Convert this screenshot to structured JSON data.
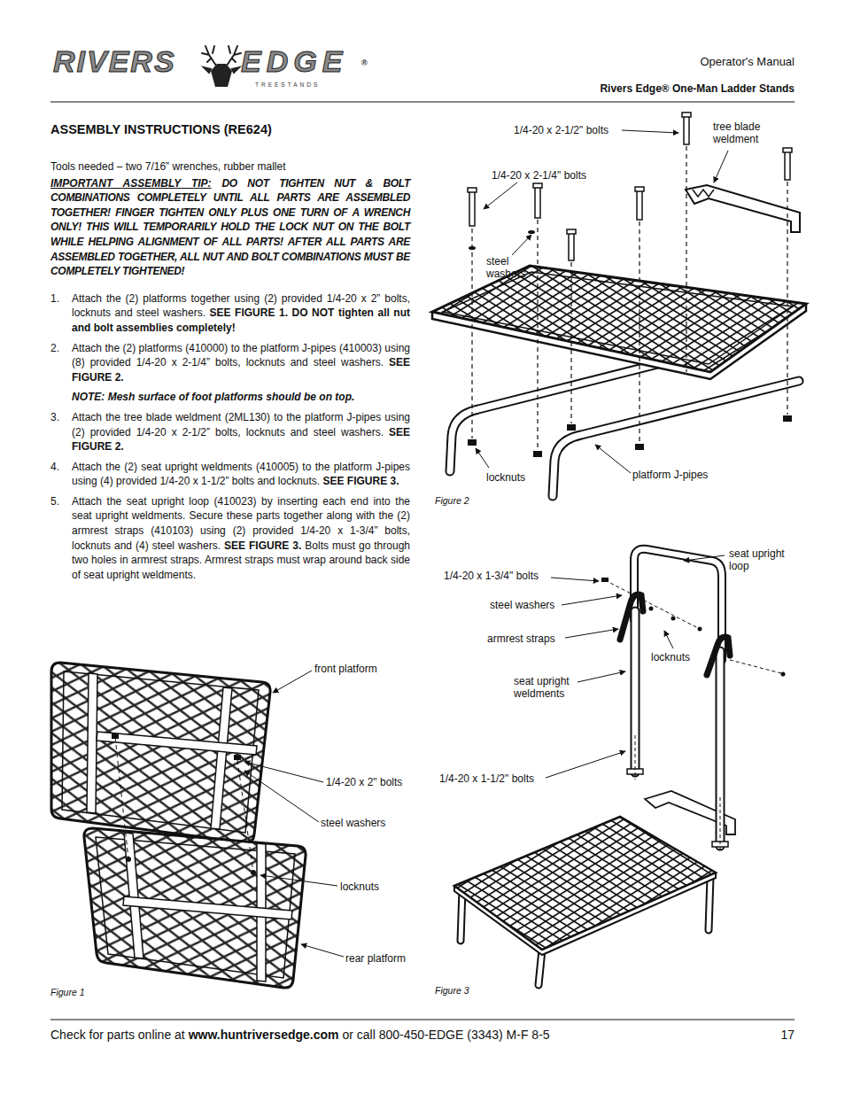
{
  "diagram": {
    "title": "ASSEMBLY INSTRUCTIONS (RE624)",
    "labels": [
      "RIVERS",
      "EDGE",
      "®",
      "TREESTANDS",
      "Operator's Manual",
      "Rivers Edge® One-Man Ladder Stands",
      "Tools needed – two 7/16” wrenches, rubber mallet",
      "IMPORTANT ASSEMBLY TIP:",
      "DO NOT TIGHTEN NUT & BOLT COMBINATIONS COMPLETELY UNTIL ALL PARTS ARE ASSEMBLED TOGETHER! FINGER TIGHTEN ONLY PLUS ONE TURN OF A WRENCH ONLY! THIS WILL TEMPORARILY HOLD THE LOCK NUT ON THE BOLT WHILE HELPING ALIGNMENT OF ALL PARTS! AFTER ALL PARTS ARE ASSEMBLED TOGETHER, ALL NUT AND BOLT COMBINATIONS MUST BE COMPLETELY TIGHTENED!",
      "1.",
      "Attach the (2) platforms together using (2) provided 1/4-20 x 2” bolts, locknuts and steel washers.",
      "SEE FIGURE 1.",
      "DO NOT tighten all nut and bolt assemblies completely!",
      "2.",
      "Attach the (2) platforms (410000) to the platform J-pipes (410003) using (8) provided 1/4-20 x 2-1/4” bolts, locknuts and steel washers.",
      "SEE FIGURE 2.",
      "NOTE: Mesh surface of foot platforms should be on top.",
      "3.",
      "Attach the tree blade weldment (2ML130) to the platform J-pipes using (2) provided 1/4-20 x 2-1/2” bolts, locknuts and steel washers.",
      "SEE FIGURE 2.",
      "4.",
      "Attach the (2) seat upright weldments (410005) to the platform J-pipes using (4) provided 1/4-20 x 1-1/2” bolts and locknuts.",
      "SEE FIGURE 3.",
      "5.",
      "Attach the seat upright loop (410023) by inserting each end into the seat upright weldments. Secure these parts together along with the (2) armrest straps (410103) using (2) provided 1/4-20 x 1-3/4” bolts, locknuts and (4) steel washers.",
      "SEE FIGURE 3.",
      "Bolts must go through two holes in armrest straps. Armrest straps must wrap around back side of seat upright weldments.",
      "1/4-20 x 2-1/2\" bolts",
      "tree blade weldment",
      "1/4-20 x 2-1/4\" bolts",
      "steel washers",
      "locknuts",
      "platform J-pipes",
      "Figure 2",
      "seat upright loop",
      "1/4-20 x 1-3/4\" bolts",
      "steel washers",
      "armrest straps",
      "locknuts",
      "seat upright weldments",
      "1/4-20 x 1-1/2\" bolts",
      "Figure 3",
      "front platform",
      "1/4-20 x 2\" bolts",
      "steel washers",
      "locknuts",
      "rear platform",
      "Figure 1",
      "Check for parts online at",
      "www.huntriversedge.com",
      "or call 800-450-EDGE (3343) M-F 8-5",
      "17"
    ]
  }
}
